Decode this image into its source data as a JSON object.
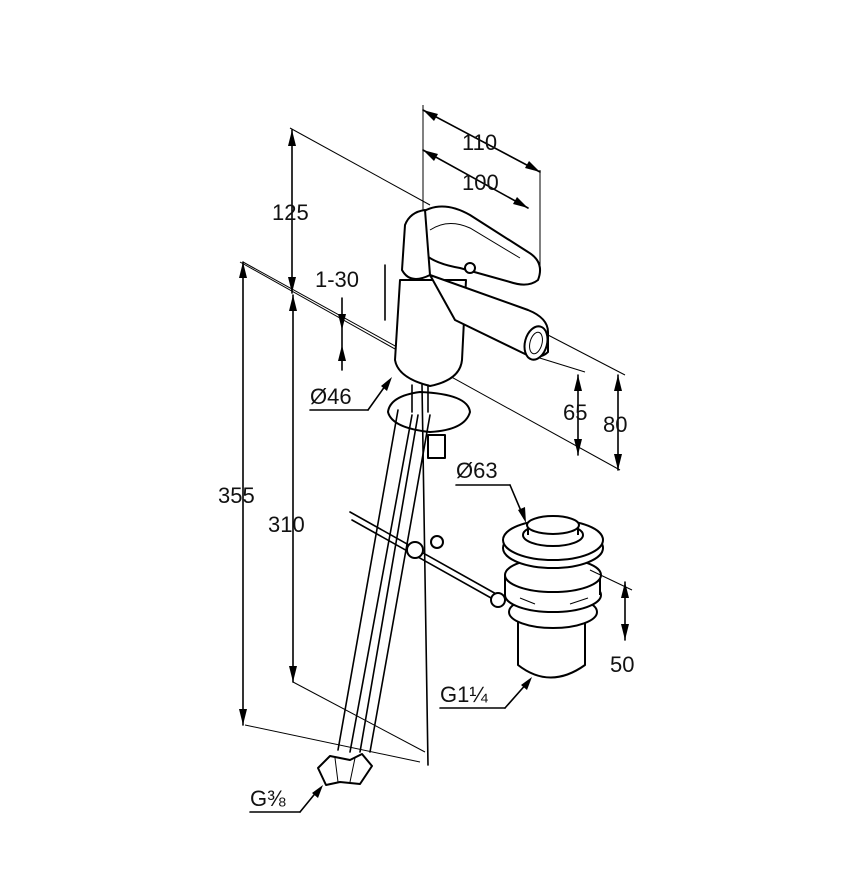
{
  "dimensions": {
    "overall_width": "110",
    "spout_reach": "100",
    "lever_height": "125",
    "deck_thickness": "1-30",
    "base_diameter": "Ø46",
    "spout_height_outlet": "65",
    "spout_height_top": "80",
    "waste_diameter": "Ø63",
    "total_height": "355",
    "hose_length": "310",
    "waste_height": "50",
    "waste_thread": "G1¼",
    "hose_thread": "G⅜"
  }
}
